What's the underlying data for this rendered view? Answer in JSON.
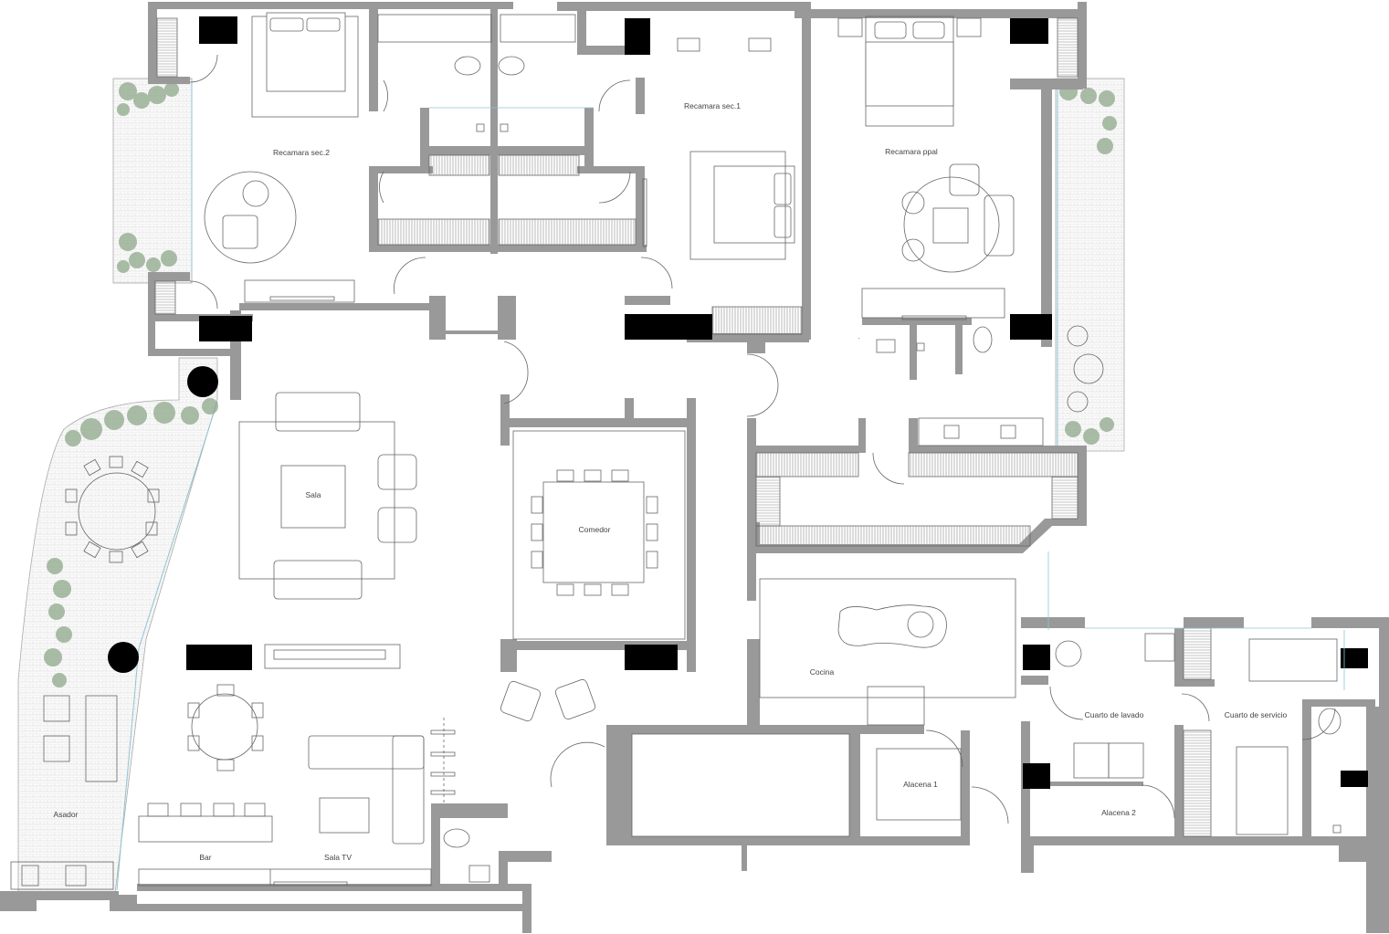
{
  "plan": {
    "colors": {
      "wall": "#999999",
      "column": "#000000",
      "line": "#666666",
      "plant": "#8fa88a",
      "glass": "#8fc4d6"
    },
    "rooms": {
      "recamara_sec2": "Recamara sec.2",
      "recamara_sec1": "Recamara sec.1",
      "recamara_ppal": "Recamara ppal",
      "sala": "Sala",
      "comedor": "Comedor",
      "cocina": "Cocina",
      "alacena1": "Alacena 1",
      "alacena2": "Alacena 2",
      "cuarto_lavado": "Cuarto de lavado",
      "cuarto_servicio": "Cuarto de servicio",
      "asador": "Asador",
      "bar": "Bar",
      "sala_tv": "Sala TV"
    }
  }
}
